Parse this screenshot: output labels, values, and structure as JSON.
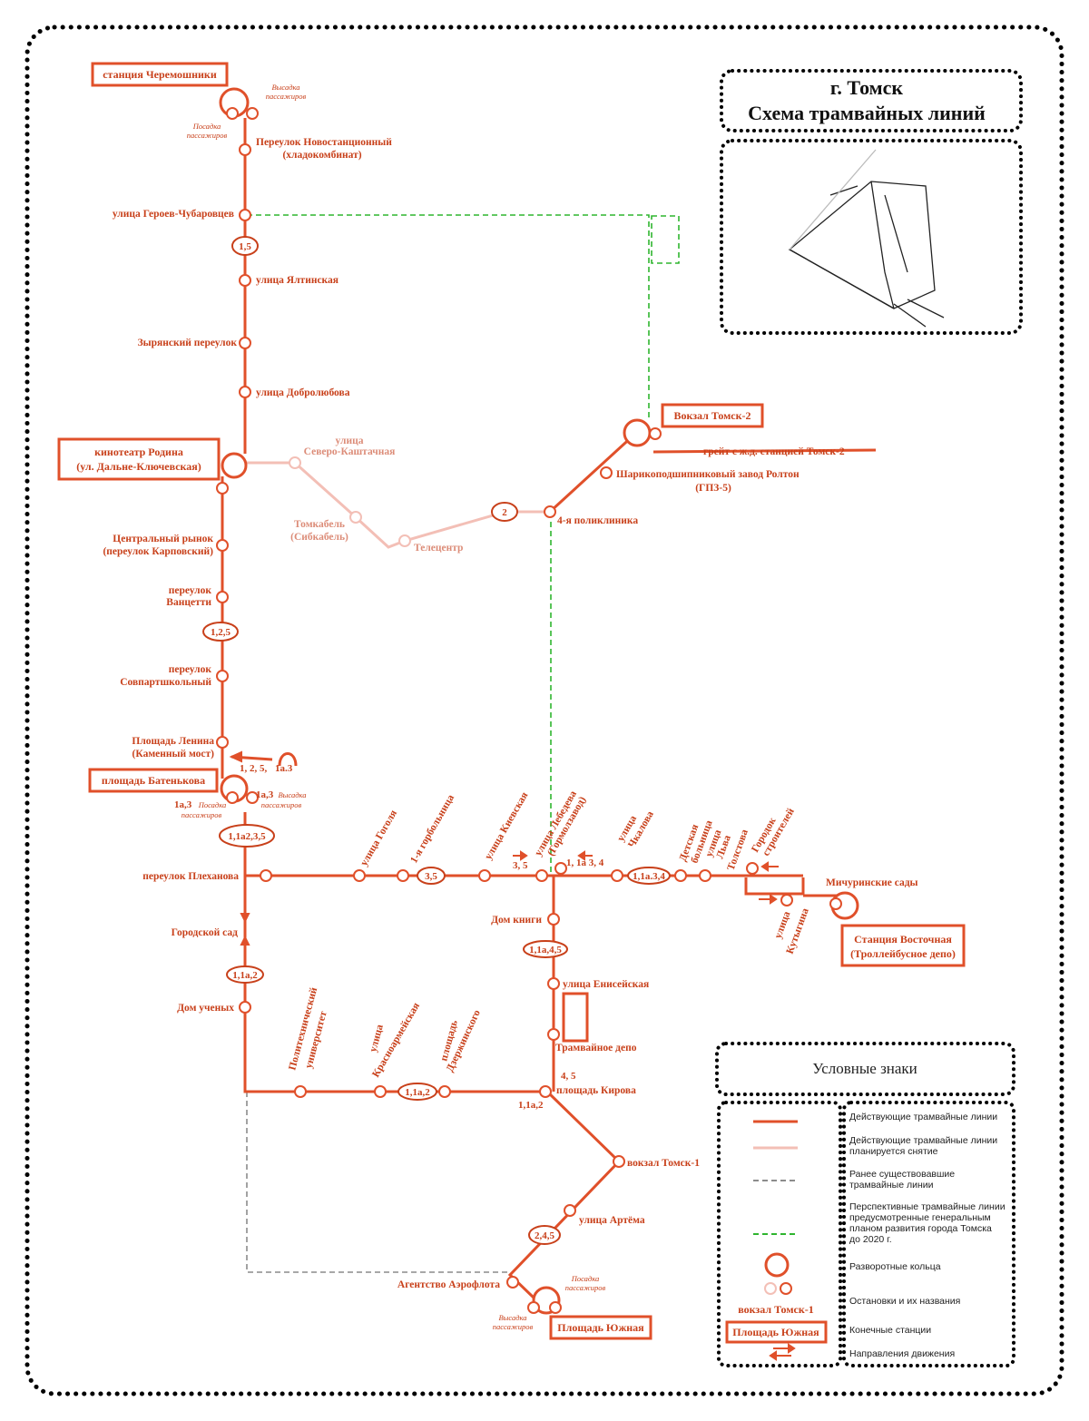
{
  "title": {
    "line1": "г. Томск",
    "line2": "Схема трамвайных линий"
  },
  "colors": {
    "active": "#e0502a",
    "removal": "#f3bfb6",
    "former": "#8c8c8c",
    "planned": "#2fb52f"
  },
  "terminals": {
    "cheremoshniki": "станция Черемошники",
    "tomsk2": "Вокзал Томск-2",
    "rodina_1": "кинотеатр Родина",
    "rodina_2": "(ул. Дальне-Ключевская)",
    "batenkova": "площадь Батенькова",
    "vostochnaya_1": "Станция Восточная",
    "vostochnaya_2": "(Троллейбусное депо)",
    "yuzhnaya": "Площадь Южная"
  },
  "stations": {
    "novostantsionny_1": "Переулок Новостанционный",
    "novostantsionny_2": "(хладокомбинат)",
    "geroev": "улица Героев-Чубаровцев",
    "yaltinskaya": "улица Ялтинская",
    "zyryansky": "Зырянский переулок",
    "dobrolyubova": "улица Добролюбова",
    "severo_1": "улица",
    "severo_2": "Северо-Каштачная",
    "tomkabel_1": "Томкабель",
    "tomkabel_2": "(Сибкабель)",
    "telecenter": "Телецентр",
    "poliklinika4": "4-я поликлиника",
    "rolton_1": "Шарикоподшипниковый завод Ролтон",
    "rolton_2": "(ГПЗ-5)",
    "greit": "грейт с ж.д. станцией Томск-2",
    "market_1": "Центральный рынок",
    "market_2": "(переулок Карповский)",
    "vancetti_1": "переулок",
    "vancetti_2": "Ванцетти",
    "sovpart_1": "переулок",
    "sovpart_2": "Совпартшкольный",
    "lenina_1": "Площадь Ленина",
    "lenina_2": "(Каменный мост)",
    "plekhanova": "переулок Плеханова",
    "gorodskoy_sad": "Городской сад",
    "dom_uchenyh": "Дом ученых",
    "gogolya": "улица Гоголя",
    "bolnitsa1": "1-я горбольница",
    "kievskaya": "улица Киевская",
    "lebedeva_1": "улица Лебедева",
    "lebedeva_2": "(Гормолзавод)",
    "chkalova_1": "улица",
    "chkalova_2": "Чкалова",
    "det_bol_1": "Детская",
    "det_bol_2": "больница",
    "tolstogo_1": "улица",
    "tolstogo_2": "Льва",
    "tolstogo_3": "Толстова",
    "gorodok_1": "Городок",
    "gorodok_2": "строителей",
    "michurinskie": "Мичуринские сады",
    "kutygina_1": "улица",
    "kutygina_2": "Кутыгина",
    "dom_knigi": "Дом книги",
    "eniseyskaya": "улица Енисейская",
    "depo": "Трамвайное депо",
    "kirova": "площадь Кирова",
    "politekh_1": "Политехнический",
    "politekh_2": "университет",
    "krasnoarm_1": "улица",
    "krasnoarm_2": "Красноармейская",
    "dzerzh_1": "площадь",
    "dzerzh_2": "Дзержинского",
    "tomsk1": "вокзал Томск-1",
    "artema": "улица Артёма",
    "aeroflot": "Агентство Аэрофлота"
  },
  "notes": {
    "posadka_1": "Посадка",
    "posadka_2": "пассажиров",
    "vysadka_1": "Высадка",
    "vysadka_2": "пассажиров"
  },
  "routes": {
    "r_1_5": "1,5",
    "r_2": "2",
    "r_1_2_5": "1,2,5",
    "r_main": "1,1а2,3,5",
    "r_3_5": "3,5",
    "r_1_1a_3_4": "1,1а.3,4",
    "r_1_1a_4_5": "1,1а,4,5",
    "r_1_1a_2_a": "1,1а,2",
    "r_1_1a_2_b": "1,1а,2",
    "r_2_4_5": "2,4,5",
    "lbl_1_2_5_1a3_a": "1, 2, 5,",
    "lbl_1_2_5_1a3_b": "1а.3",
    "lbl_1a3_left": "1а,3",
    "lbl_1a3_right": "1а,3",
    "lbl_3_5_small": "3, 5",
    "lbl_1_1a_3_4_small": "1, 1а 3, 4",
    "lbl_4_5": "4, 5",
    "lbl_1_1a_2_kirova": "1,1а,2"
  },
  "legend": {
    "heading": "Условные знаки",
    "items": [
      "Действующие трамвайные линии",
      "Действующие трамвайные линии планируется снятие",
      "Ранее существовавшие трамвайные линии",
      "Перспективные трамвайные линии предусмотренные генеральным планом развития города Томска до 2020 г.",
      "Разворотные кольца",
      "Остановки и их названия",
      "Конечные станции",
      "Направления движения"
    ],
    "sample_station": "вокзал Томск-1",
    "sample_terminal": "Площадь Южная"
  }
}
